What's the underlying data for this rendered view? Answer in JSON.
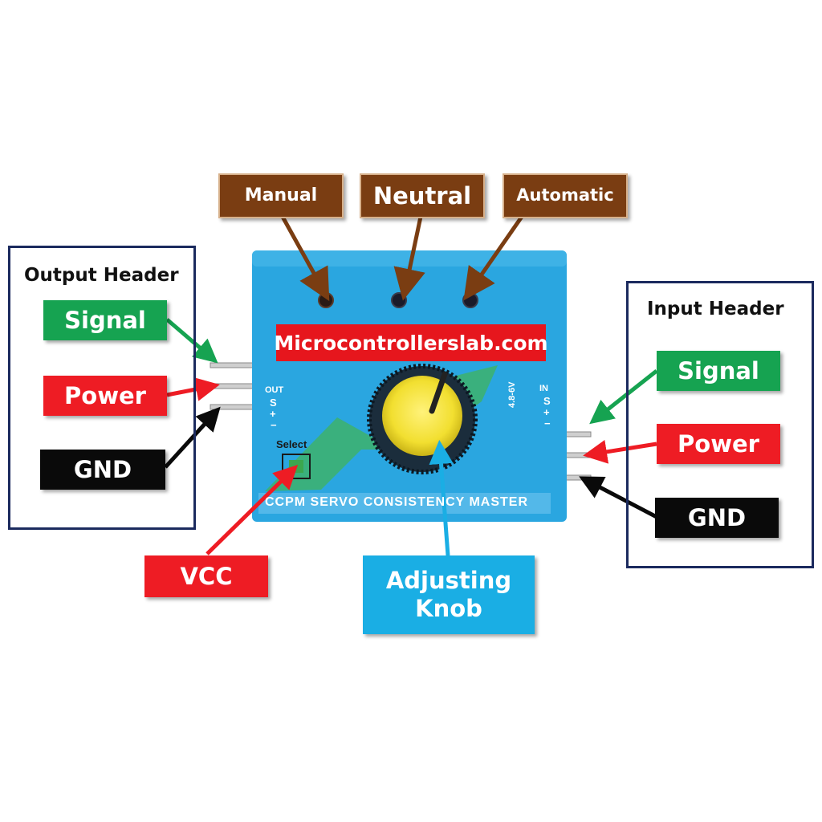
{
  "modes": {
    "manual": "Manual",
    "neutral": "Neutral",
    "automatic": "Automatic"
  },
  "output_header": {
    "title": "Output Header",
    "signal": "Signal",
    "power": "Power",
    "gnd": "GND"
  },
  "input_header": {
    "title": "Input Header",
    "signal": "Signal",
    "power": "Power",
    "gnd": "GND"
  },
  "vcc": "VCC",
  "knob": {
    "line1": "Adjusting",
    "line2": "Knob"
  },
  "board": {
    "watermark": "Microcontrollerslab.com",
    "name": "CCPM SERVO CONSISTENCY MASTER",
    "select": "Select",
    "out": "OUT",
    "in": "IN",
    "voltage": "4.8-6V",
    "pin_s": "S",
    "pin_plus": "+",
    "pin_minus": "−"
  },
  "colors": {
    "board": "#2aa6e0",
    "brown_label": "#7a3d12",
    "green_label": "#16a351",
    "red_label": "#ee1c24",
    "black_label": "#0a0a0a",
    "cyan_label": "#1aaee4",
    "knob": "#f4e13a",
    "header_box": "#1b2a5e"
  }
}
